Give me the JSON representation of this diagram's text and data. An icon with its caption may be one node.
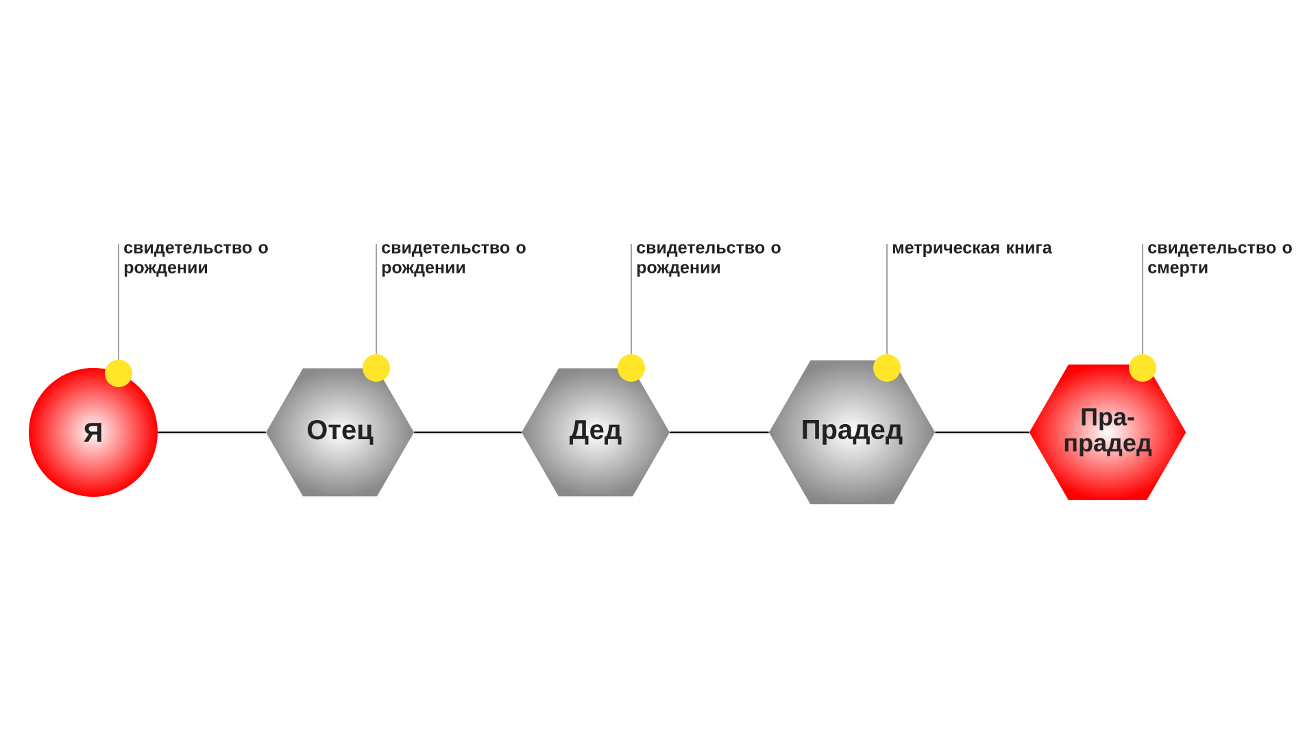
{
  "diagram": {
    "nodes": [
      {
        "text": [
          "Я"
        ]
      },
      {
        "text": [
          "Отец"
        ]
      },
      {
        "text": [
          "Дед"
        ]
      },
      {
        "text": [
          "Прадед"
        ]
      },
      {
        "text": [
          "Пра-прадед"
        ]
      },
      {
        "text": [
          "свидетельство о рождении"
        ]
      },
      {
        "text": [
          "свидетельство о рождении"
        ]
      },
      {
        "text": [
          "свидетельство о рождении"
        ]
      },
      {
        "text": [
          "метрическая книга"
        ]
      },
      {
        "text": [
          "свидетельство о смерти"
        ]
      },
      {
        "text": [],
        "shape": "circle"
      },
      {
        "text": [],
        "shape": "circle"
      },
      {
        "text": [],
        "shape": "circle"
      },
      {
        "text": [],
        "shape": "circle"
      },
      {
        "text": [],
        "shape": "circle"
      }
    ],
    "edges": [
      {
        "from": 0,
        "to": 1,
        "arrow": "none",
        "color": "#000000"
      },
      {
        "from": 1,
        "to": 2,
        "arrow": "none",
        "color": "#000000"
      },
      {
        "from": 2,
        "to": 3,
        "arrow": "none",
        "color": "#000000"
      },
      {
        "from": 3,
        "to": 4,
        "arrow": "none",
        "color": "#000000"
      },
      {
        "from": 5,
        "to": 10,
        "arrow": "none"
      },
      {
        "from": 6,
        "to": 11,
        "arrow": "none"
      },
      {
        "from": 7,
        "to": 12,
        "arrow": "none"
      },
      {
        "from": 8,
        "to": 13,
        "arrow": "none"
      },
      {
        "from": 9,
        "to": 14,
        "arrow": "none"
      }
    ]
  }
}
